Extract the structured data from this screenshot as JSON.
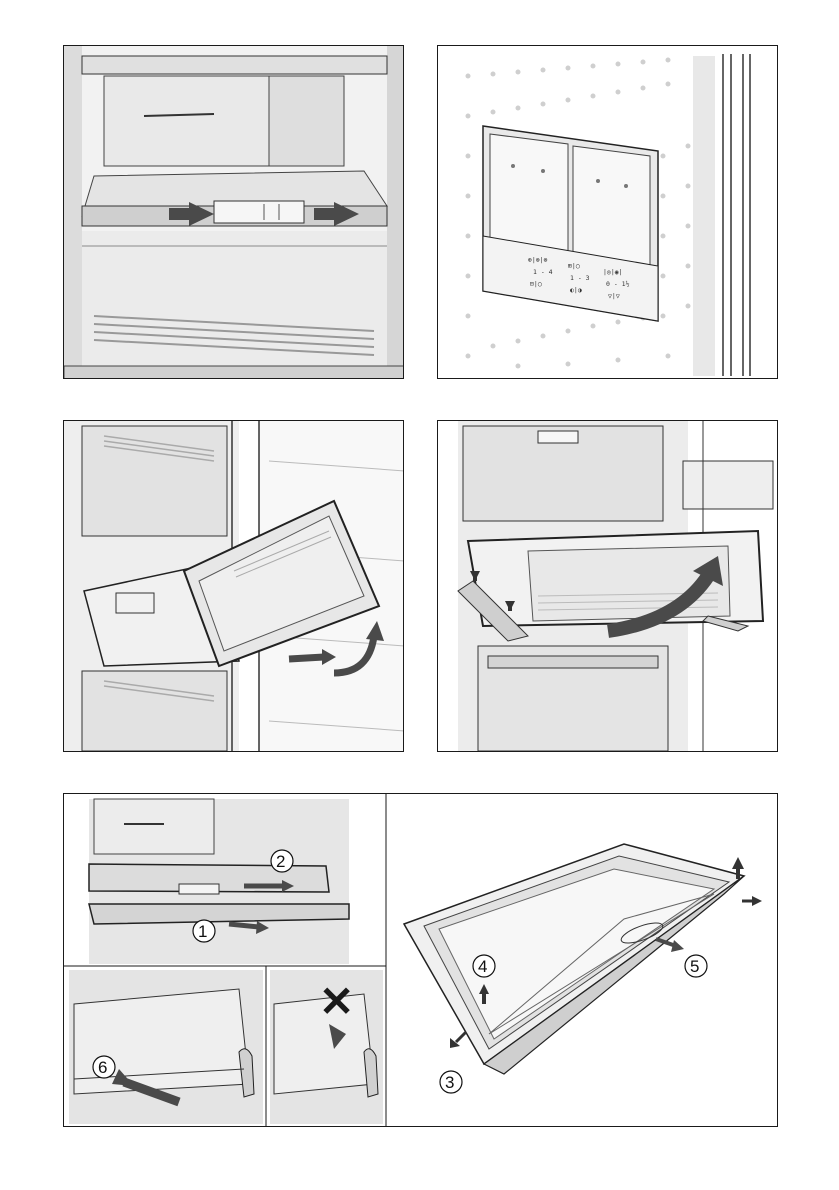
{
  "figures": {
    "fig1": {
      "description_ref": "drawer-shelf-slide"
    },
    "fig2": {
      "description_ref": "climate-label-panel",
      "symbols": [
        "⊕|⊗|⊗",
        "⊞|◯",
        "|◎|◉|",
        "1 - 4",
        "1 - 3",
        "0 - 1½",
        "⊟|◯",
        "◐|◑",
        "▽|▽"
      ]
    },
    "fig3": {
      "description_ref": "drawer-tilt-removal"
    },
    "fig4": {
      "description_ref": "drawer-lift-removal"
    },
    "fig5": {
      "callouts": {
        "c1": "1",
        "c2": "2",
        "c3": "3",
        "c4": "4",
        "c5": "5",
        "c6": "6"
      },
      "prohibited_mark": "✕"
    }
  },
  "colors": {
    "line": "#1a1a1a",
    "light_gray": "#e6e6e6",
    "mid_gray": "#c8c8c8",
    "arrow": "#4a4a4a"
  }
}
